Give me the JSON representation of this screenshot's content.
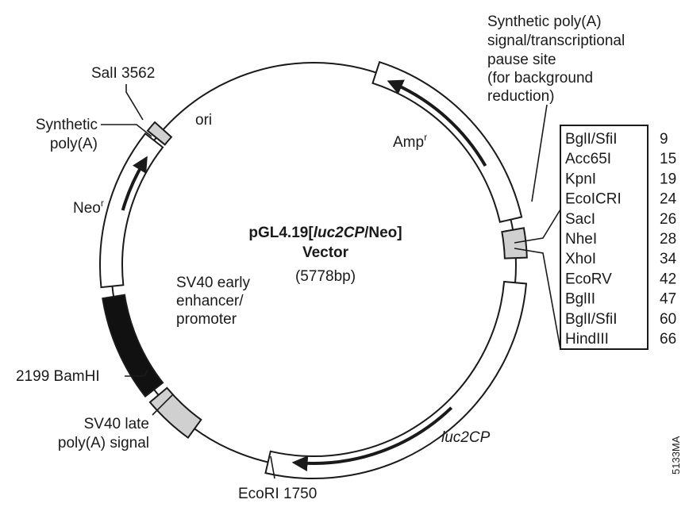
{
  "vector": {
    "title_prefix": "pGL4.19[",
    "title_italic": "luc2CP",
    "title_suffix": "/Neo]",
    "title_line2": "Vector",
    "size": "(5778bp)"
  },
  "features": {
    "amp": {
      "name": "Amp",
      "sup": "r"
    },
    "neo": {
      "name": "Neo",
      "sup": "r"
    },
    "luc": {
      "name": "luc2CP"
    },
    "ori": {
      "name": "ori"
    },
    "sv40_promoter": [
      "SV40 early",
      "enhancer/",
      "promoter"
    ],
    "sv40_late": [
      "SV40 late",
      "poly(A) signal"
    ],
    "synthetic_polya_left": [
      "Synthetic",
      "poly(A)"
    ],
    "synthetic_polya_top": [
      "Synthetic poly(A)",
      "signal/transcriptional",
      "pause site",
      "(for background",
      "reduction)"
    ]
  },
  "sites": {
    "sali": "SalI 3562",
    "bamhi": "2199 BamHI",
    "ecori": "EcoRI 1750"
  },
  "mcs": [
    {
      "enzyme": "BglI/SfiI",
      "pos": "9"
    },
    {
      "enzyme": "Acc65I",
      "pos": "15"
    },
    {
      "enzyme": "KpnI",
      "pos": "19"
    },
    {
      "enzyme": "EcoICRI",
      "pos": "24"
    },
    {
      "enzyme": "SacI",
      "pos": "26"
    },
    {
      "enzyme": "NheI",
      "pos": "28"
    },
    {
      "enzyme": "XhoI",
      "pos": "34"
    },
    {
      "enzyme": "EcoRV",
      "pos": "42"
    },
    {
      "enzyme": "BglII",
      "pos": "47"
    },
    {
      "enzyme": "BglI/SfiI",
      "pos": "60"
    },
    {
      "enzyme": "HindIII",
      "pos": "66"
    }
  ],
  "figure_code": "5133MA",
  "colors": {
    "ink": "#1a1a1a",
    "gray_block": "#d0d0d0",
    "promoter_fill": "#111111"
  }
}
